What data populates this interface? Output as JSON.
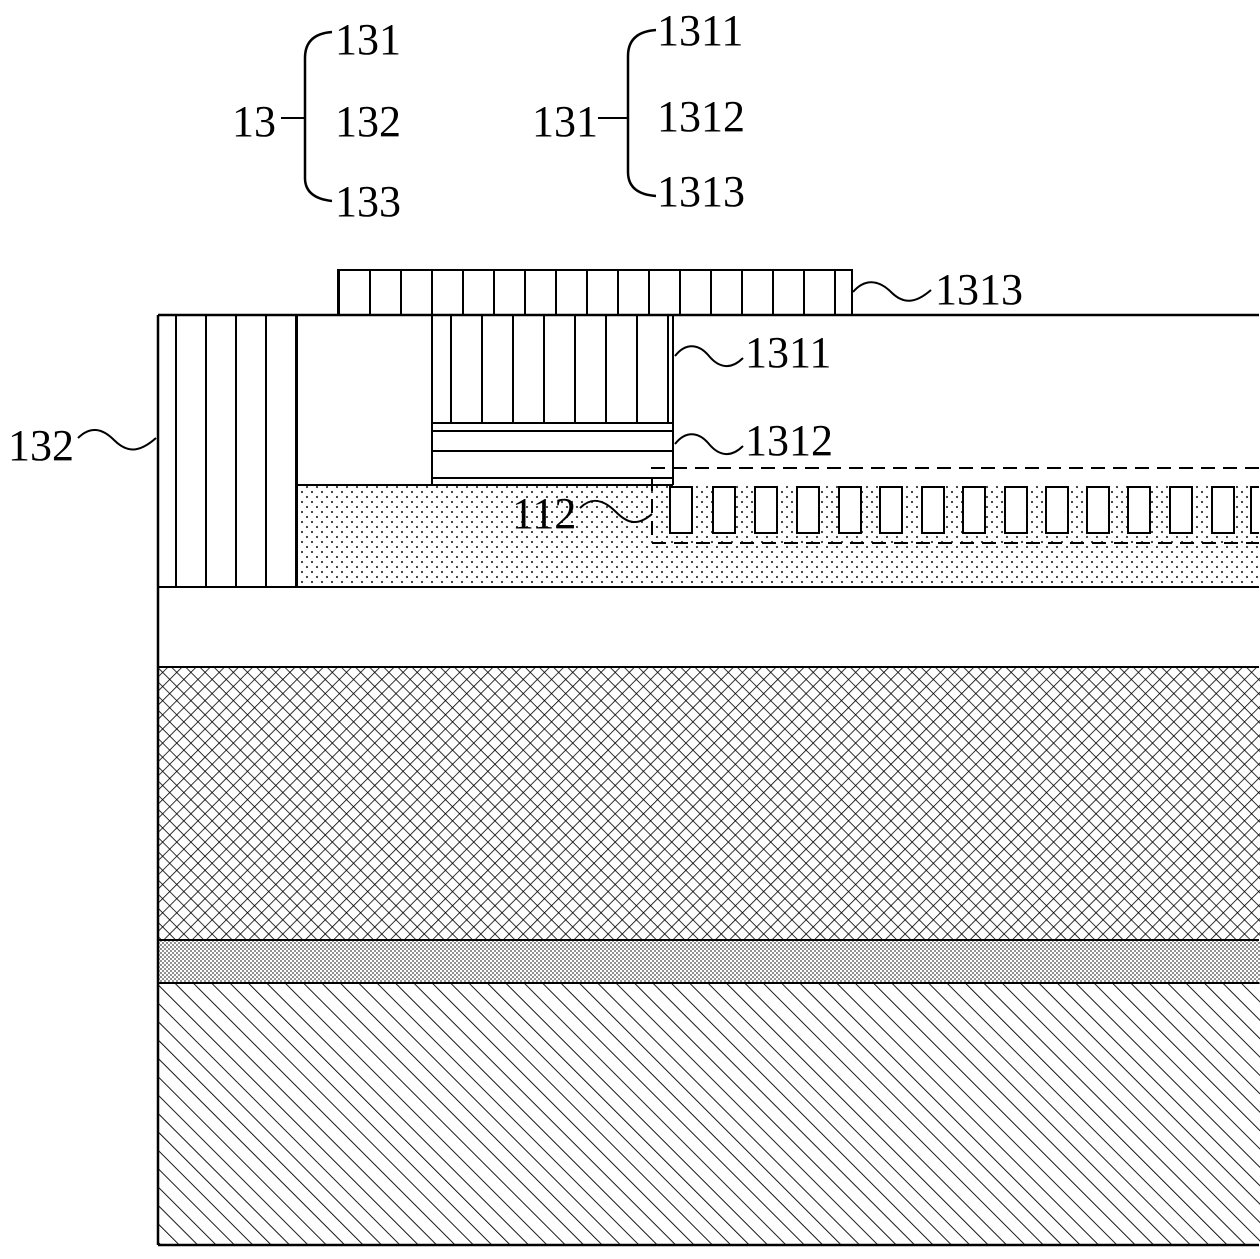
{
  "legend_13": {
    "group": "13",
    "items": [
      "131",
      "132",
      "133"
    ]
  },
  "legend_131": {
    "group": "131",
    "items": [
      "1311",
      "1312",
      "1313"
    ]
  },
  "labels": {
    "l1313": "1313",
    "l1311": "1311",
    "l1312": "1312",
    "l132": "132",
    "l112": "112"
  }
}
